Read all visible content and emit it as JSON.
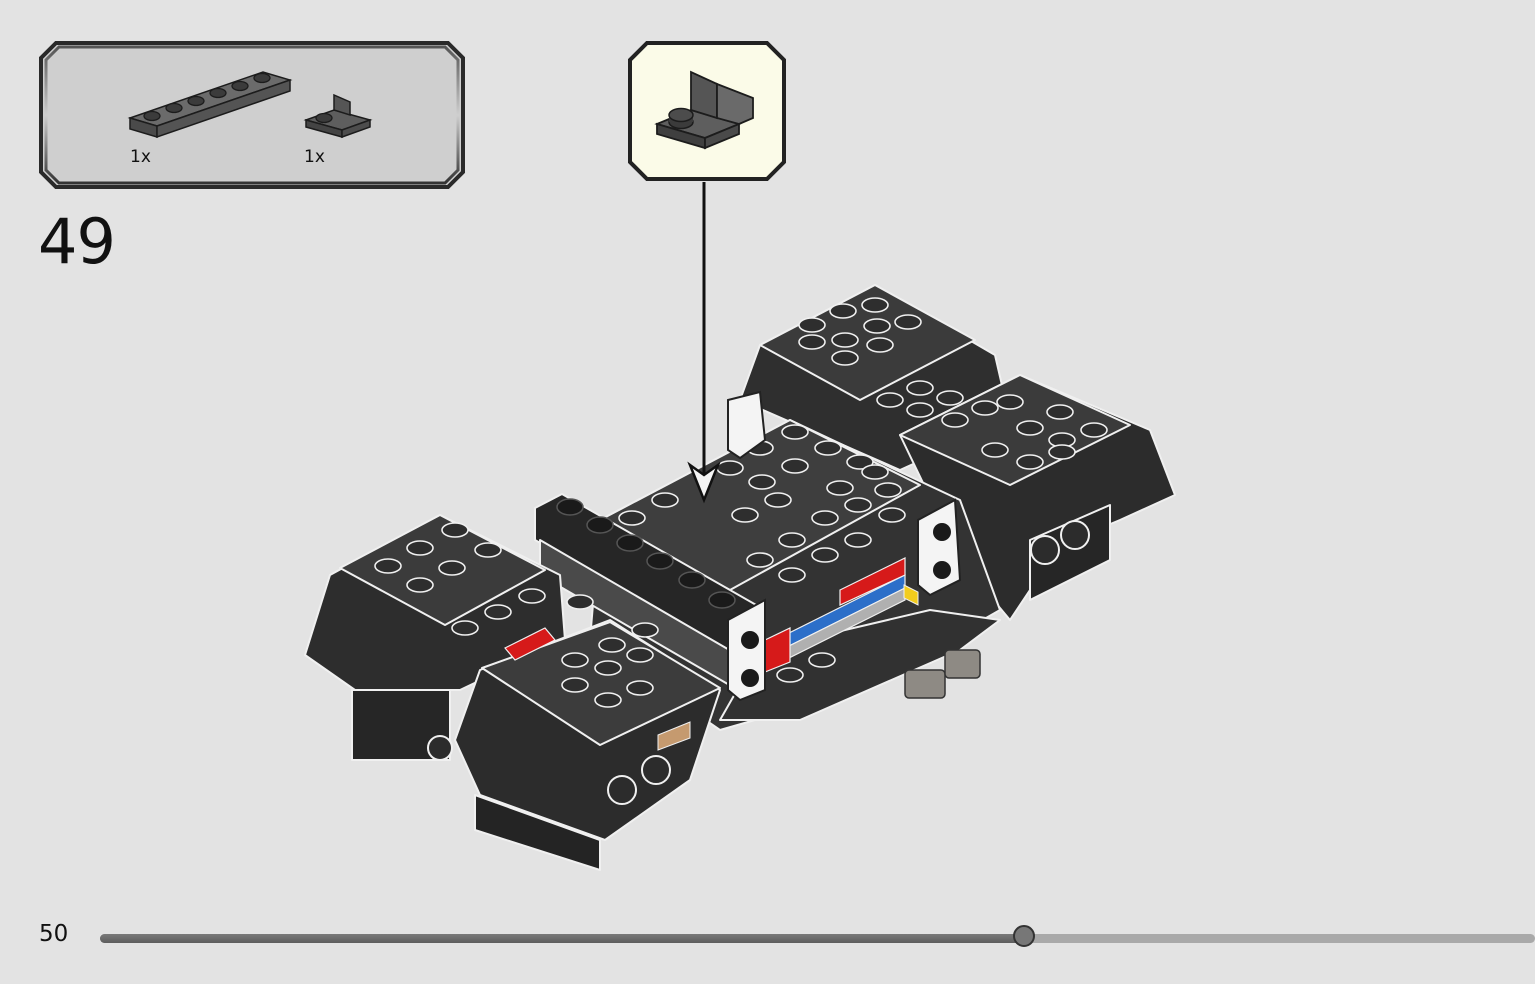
{
  "parts_list": {
    "items": [
      {
        "name": "plate-1x6-black",
        "quantity": "1x"
      },
      {
        "name": "bracket-1x2-black",
        "quantity": "1x"
      }
    ]
  },
  "step": {
    "number": "49"
  },
  "page": {
    "number": "50"
  },
  "progress": {
    "fraction": 0.644
  },
  "colors": {
    "background": "#e3e3e3",
    "panel_fill": "#cfcfcf",
    "callout_fill": "#fbfbe8",
    "brick_black": "#3b3b3b",
    "stripe_red": "#d61a1a",
    "stripe_blue": "#2c6fc9",
    "accent_yellow": "#f2cc1d"
  }
}
